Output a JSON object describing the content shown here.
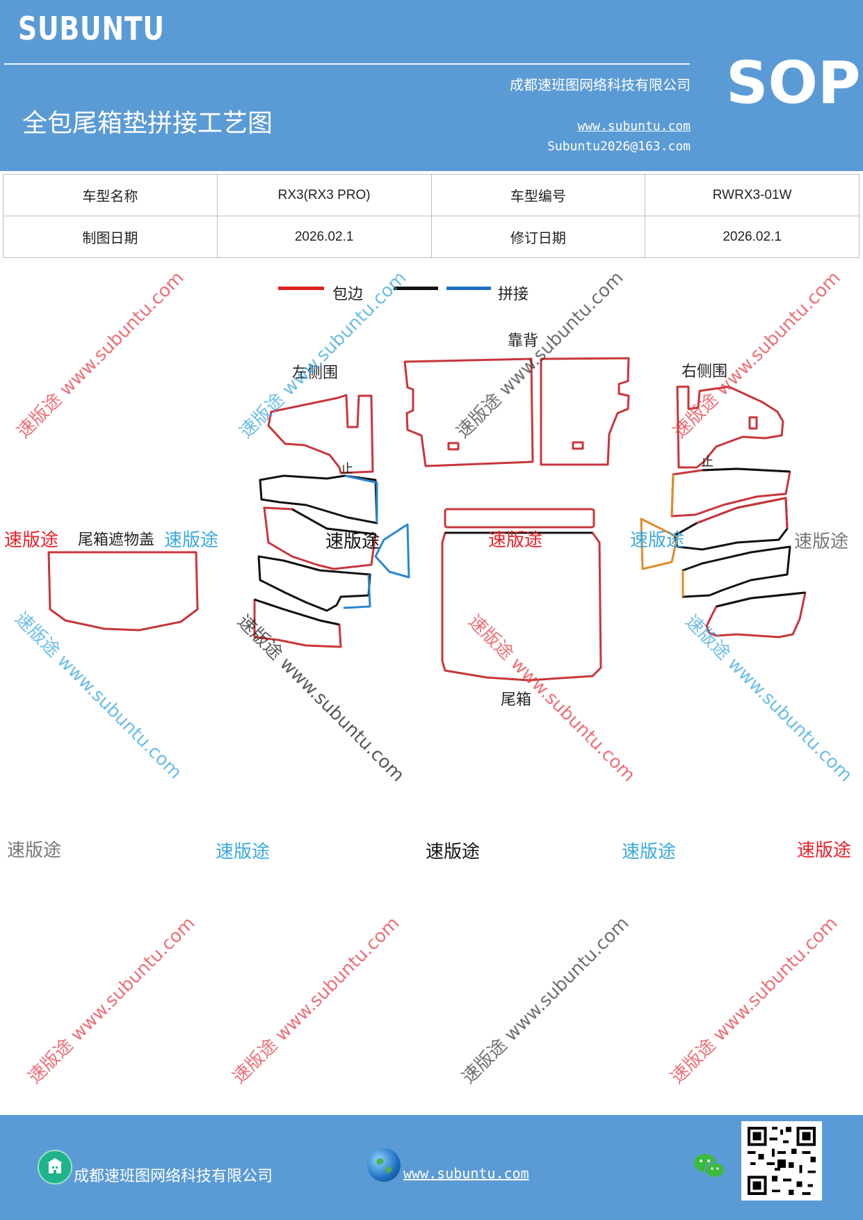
{
  "header": {
    "brand": "SUBUNTU",
    "company": "成都速班图网络科技有限公司",
    "title": "全包尾箱垫拼接工艺图",
    "url": "www.subuntu.com",
    "email": "Subuntu2026@163.com",
    "badge": "SOP"
  },
  "info_table": {
    "row1": {
      "label1": "车型名称",
      "value1": "RX3(RX3 PRO)",
      "label2": "车型编号",
      "value2": "RWRX3-01W"
    },
    "row2": {
      "label1": "制图日期",
      "value1": "2026.02.1",
      "label2": "修订日期",
      "value2": "2026.02.1"
    }
  },
  "legend": {
    "items": [
      {
        "label": "包边",
        "color": "#e02020"
      },
      {
        "label": "",
        "color": "#111111"
      },
      {
        "label": "拼接",
        "color": "#1f6fc2"
      }
    ]
  },
  "diagram": {
    "labels": {
      "backrest": "靠背",
      "left_side": "左侧围",
      "right_side": "右侧围",
      "trunk": "尾箱",
      "cover": "尾箱遮物盖",
      "stop_left": "止",
      "stop_right": "止"
    },
    "colors": {
      "edge": "#c8353a",
      "black": "#111111",
      "blue": "#2a86d1",
      "orange": "#e08a2a"
    }
  },
  "watermarks": {
    "brand_text": "速版途",
    "diag_text": "速版途 www.subuntu.com"
  },
  "footer": {
    "company": "成都速班图网络科技有限公司",
    "url": "www.subuntu.com"
  }
}
